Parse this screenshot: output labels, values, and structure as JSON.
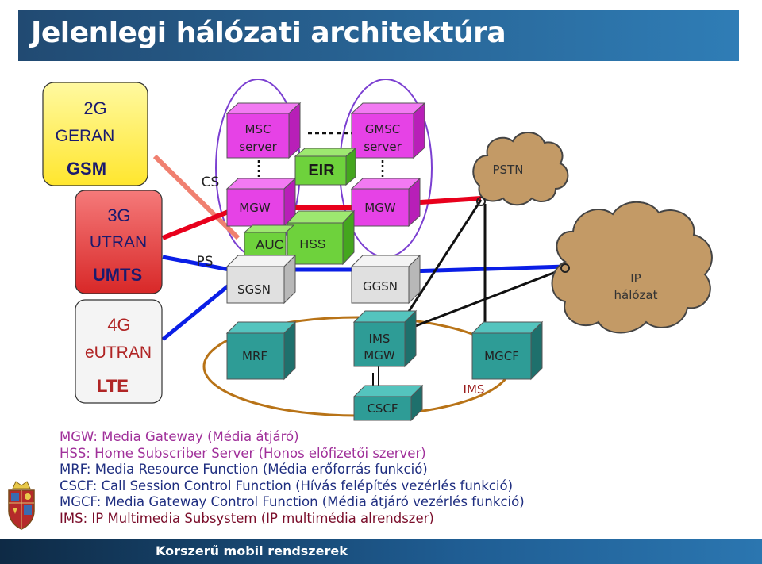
{
  "title": "Jelenlegi hálózati architektúra",
  "footer": "Korszerű mobil rendszerek",
  "access": {
    "g2": [
      "2G",
      "GERAN",
      "GSM"
    ],
    "g3": [
      "3G",
      "UTRAN",
      "UMTS"
    ],
    "g4": [
      "4G",
      "eUTRAN",
      "LTE"
    ]
  },
  "labels": {
    "cs": "CS",
    "ps": "PS",
    "msc": [
      "MSC",
      "server"
    ],
    "gmsc": [
      "GMSC",
      "server"
    ],
    "eir": "EIR",
    "mgw1": "MGW",
    "mgw2": "MGW",
    "auc": "AUC",
    "hss": "HSS",
    "sgsn": "SGSN",
    "ggsn": "GGSN",
    "mrf": "MRF",
    "ims_mgw": [
      "IMS",
      "MGW"
    ],
    "mgcf": "MGCF",
    "cscf": "CSCF",
    "ims": "IMS",
    "pstn": "PSTN",
    "ip": [
      "IP",
      "hálózat"
    ]
  },
  "legend": [
    {
      "text": "MGW: Media Gateway (Média átjáró)",
      "color": "#a0309a"
    },
    {
      "text": "HSS: Home Subscriber Server (Honos előfizetői szerver)",
      "color": "#a0309a"
    },
    {
      "text": "MRF: Media Resource Function (Média erőforrás funkció)",
      "color": "#1f2e80"
    },
    {
      "text": "CSCF: Call Session Control Function (Hívás felépítés vezérlés funkció)",
      "color": "#1f2e80"
    },
    {
      "text": "MGCF: Media Gateway Control Function  (Média átjáró vezérlés funkció)",
      "color": "#1f2e80"
    },
    {
      "text": "IMS: IP Multimedia Subsystem (IP multimédia alrendszer)",
      "color": "#7a0d2a"
    }
  ],
  "colors": {
    "title_bar": "#2a6aa0",
    "magenta_box": "#e642e6",
    "green_box": "#6ed23c",
    "gray_box": "#e0e0e0",
    "teal_box": "#2e9c96",
    "yellow_box": "#ffee3c",
    "red_box": "#e83a3a",
    "cloud": "#c39a66",
    "red_link": "#e8001c",
    "blue_link": "#0a1ee6",
    "salmon_link": "#f08070"
  }
}
